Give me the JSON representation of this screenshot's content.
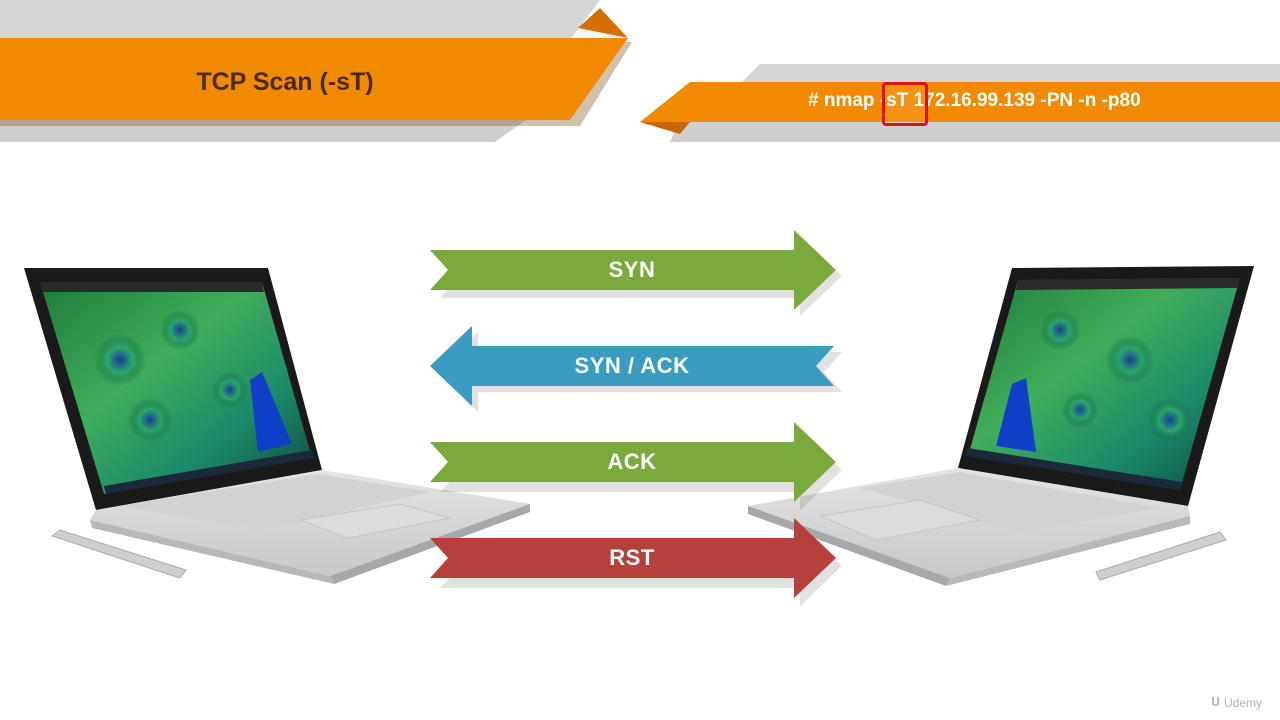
{
  "header": {
    "title": "TCP Scan (-sT)",
    "command_prefix": "# nmap ",
    "command_flag": "-sT",
    "command_suffix": " 172.16.99.139 -PN -n -p80"
  },
  "arrows": [
    {
      "label": "SYN",
      "direction": "right",
      "color": "#7aaa3c"
    },
    {
      "label": "SYN / ACK",
      "direction": "left",
      "color": "#3a9cc0"
    },
    {
      "label": "ACK",
      "direction": "right",
      "color": "#7aaa3c"
    },
    {
      "label": "RST",
      "direction": "right",
      "color": "#b8403a"
    }
  ],
  "colors": {
    "banner_orange": "#f28a00",
    "banner_gray": "#c9c9c9",
    "highlight_red": "#e01010"
  },
  "icons": {
    "left_device": "laptop-icon",
    "right_device": "laptop-icon"
  },
  "watermark": {
    "text": "Udemy"
  }
}
